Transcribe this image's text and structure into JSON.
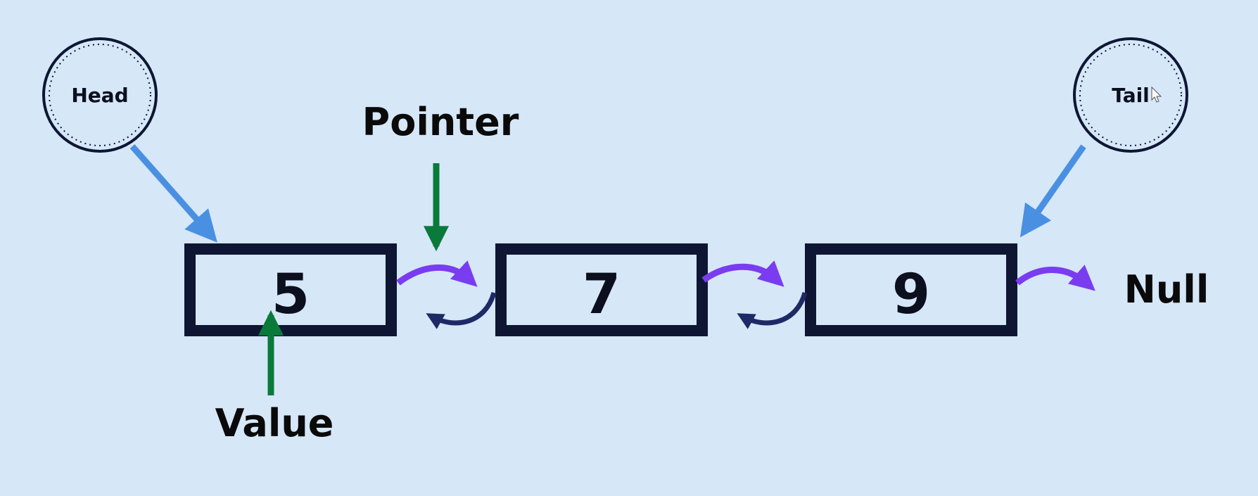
{
  "head": {
    "label": "Head"
  },
  "tail": {
    "label": "Tail"
  },
  "annotations": {
    "pointer": "Pointer",
    "value": "Value",
    "null": "Null"
  },
  "nodes": [
    {
      "value": "5"
    },
    {
      "value": "7"
    },
    {
      "value": "9"
    }
  ],
  "colors": {
    "background": "#d6e7f8",
    "node_border": "#0e1633",
    "head_tail_arrow": "#4a90e2",
    "label_arrow": "#0a7a3a",
    "next_arrow": "#7a3cf0",
    "prev_arrow": "#1e2a66"
  }
}
